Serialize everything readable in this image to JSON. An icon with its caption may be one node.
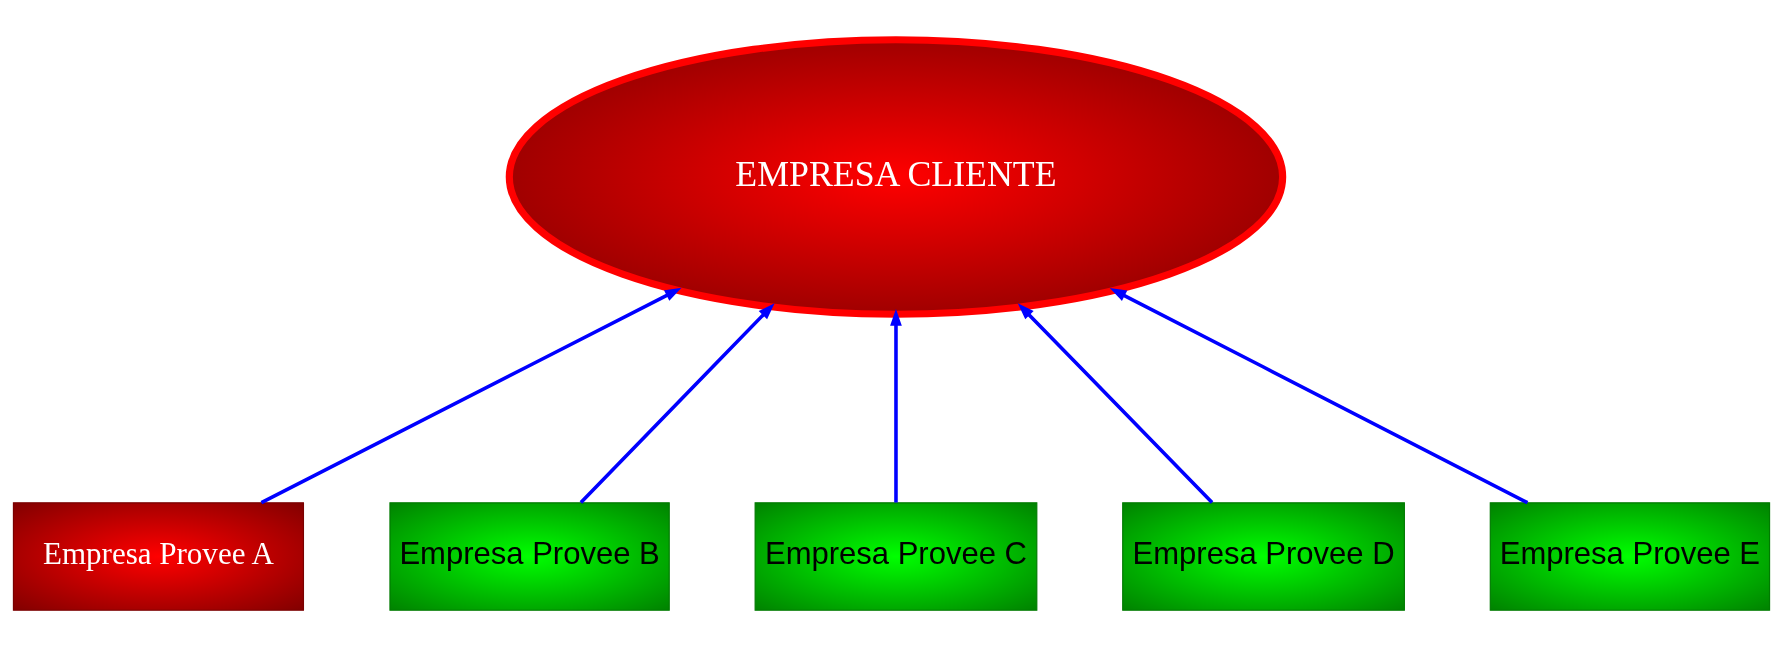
{
  "diagram": {
    "nodes": [
      {
        "text": [
          "EMPRESA CLIENTE"
        ]
      },
      {
        "text": [
          "Empresa Provee A"
        ]
      },
      {
        "text": [
          "Empresa Provee B"
        ]
      },
      {
        "text": [
          "Empresa Provee C"
        ]
      },
      {
        "text": [
          "Empresa Provee D"
        ]
      },
      {
        "text": [
          "Empresa Provee E"
        ]
      }
    ],
    "edges": [
      {
        "from": 1,
        "to": 0,
        "arrow": "to"
      },
      {
        "from": 2,
        "to": 0,
        "arrow": "to"
      },
      {
        "from": 3,
        "to": 0,
        "arrow": "to"
      },
      {
        "from": 4,
        "to": 0,
        "arrow": "to"
      },
      {
        "from": 5,
        "to": 0,
        "arrow": "to"
      }
    ]
  }
}
